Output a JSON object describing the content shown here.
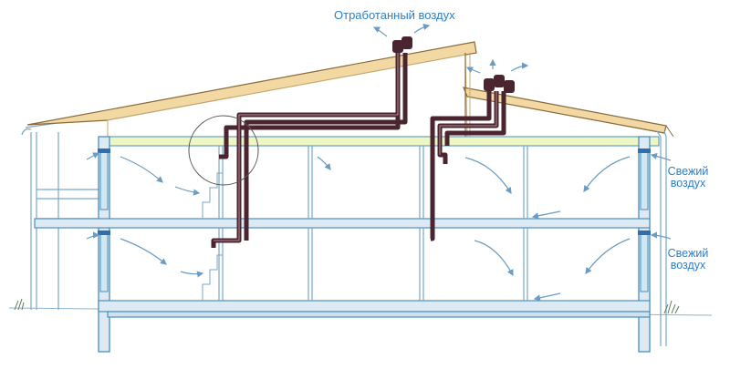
{
  "labels": {
    "exhaust_air": "Отработанный воздух",
    "fresh_air_upper": "Свежий\nвоздух",
    "fresh_air_lower": "Свежий\nвоздух"
  },
  "colors": {
    "wall_stroke": "#4a8fc0",
    "wall_fill": "#dde9f3",
    "duct": "#4a2530",
    "roof": "#f2d9a4",
    "roof_stroke": "#8a6a3a",
    "attic_floor": "#eef6c4",
    "label": "#2f7fc4",
    "arrow": "#6a9cc4"
  },
  "icons": [
    "exhaust-fan-icon",
    "air-flow-arrow-icon",
    "window-icon",
    "grass-icon"
  ]
}
